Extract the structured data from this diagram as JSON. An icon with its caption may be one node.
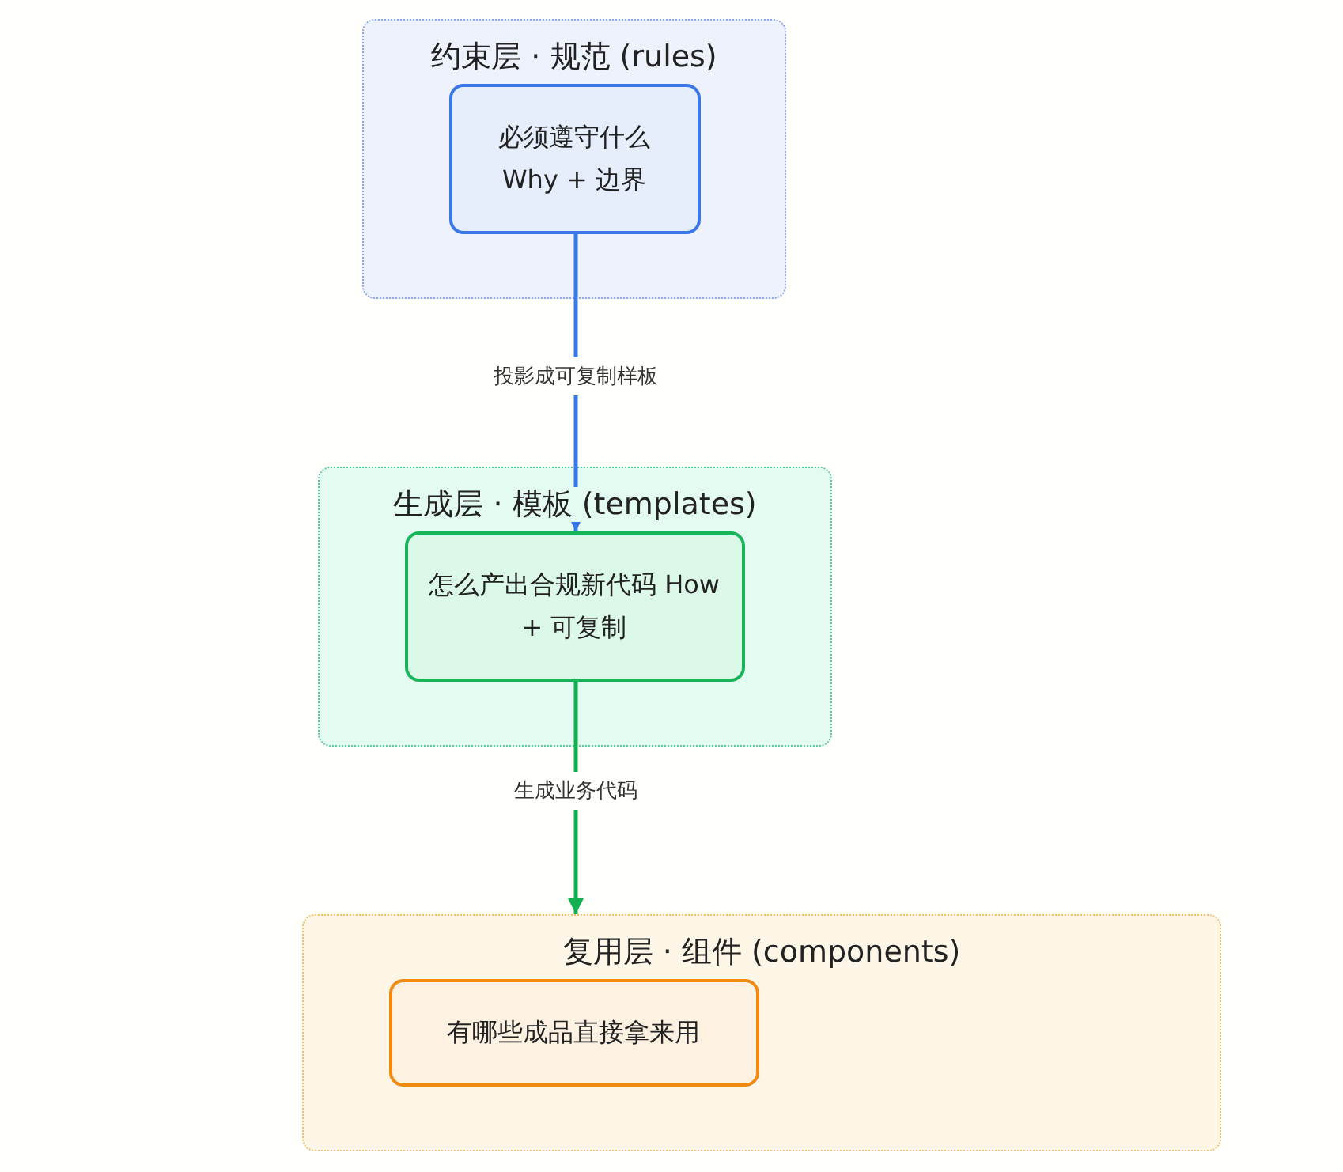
{
  "diagram": {
    "nodes": [
      {
        "text": [
          "约束层 · 规范 (rules)"
        ]
      },
      {
        "text": [
          "必须遵守什么 Why + 边界"
        ],
        "in": 0
      },
      {
        "text": [
          "生成层 · 模板 (templates)"
        ]
      },
      {
        "text": [
          "怎么产出合规新代码 How + 可复制"
        ],
        "in": 2
      },
      {
        "text": [
          "复用层 · 组件 (components)"
        ]
      },
      {
        "text": [
          "有哪些成品直接拿来用"
        ],
        "in": 4
      }
    ],
    "edges": [
      {
        "from": 1,
        "to": 3,
        "arrow": "to",
        "label": "投影成可复制样板",
        "color": "#3b78e7"
      },
      {
        "from": 3,
        "to": 4,
        "arrow": "to",
        "label": "生成业务代码",
        "color": "#12b050"
      }
    ]
  }
}
